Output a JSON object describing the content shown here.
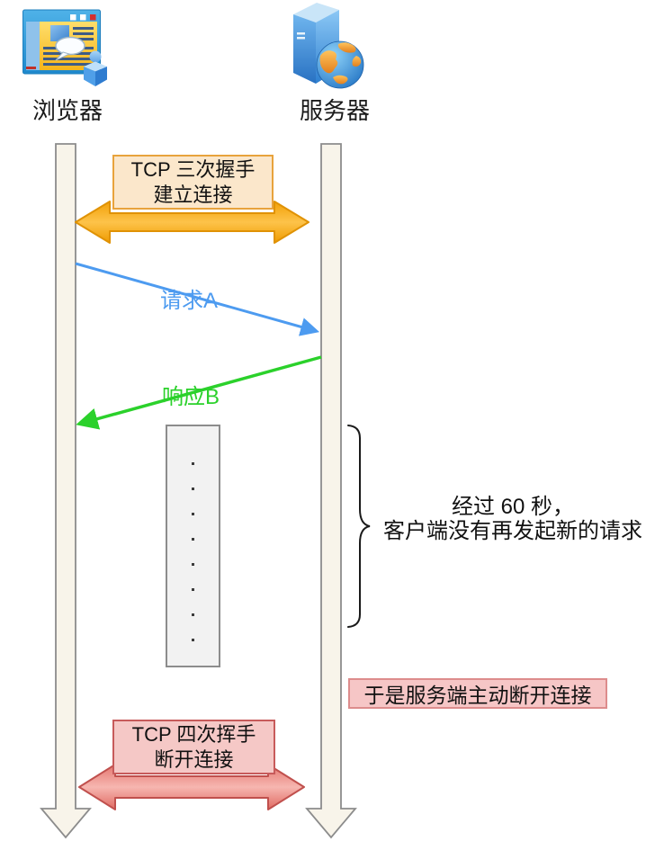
{
  "actors": {
    "browser": {
      "label": "浏览器",
      "icon": "browser-window-icon"
    },
    "server": {
      "label": "服务器",
      "icon": "server-globe-icon"
    }
  },
  "messages": {
    "handshake": {
      "line1": "TCP 三次握手",
      "line2": "建立连接"
    },
    "request": {
      "label": "请求A"
    },
    "response": {
      "label": "响应B"
    },
    "teardown": {
      "line1": "TCP 四次挥手",
      "line2": "断开连接"
    }
  },
  "notes": {
    "idle": {
      "line1": "经过 60 秒，",
      "line2": "客户端没有再发起新的请求"
    },
    "disconnect": {
      "text": "于是服务端主动断开连接"
    }
  },
  "ellipsis": {
    "dot_count": 8
  },
  "colors": {
    "handshake_box_fill": "#FBE7CB",
    "handshake_box_border": "#E8A33C",
    "handshake_arrow": "#F7A600",
    "request_arrow": "#4D9BF0",
    "response_arrow": "#2BD12B",
    "teardown_box_fill": "#F5C8C6",
    "teardown_box_border": "#C75B5B",
    "teardown_arrow": "#E8837D",
    "disconnect_box_fill": "#F6C6C6",
    "disconnect_box_border": "#DD8C8C",
    "lifeline_fill": "#F8F4EA",
    "lifeline_border": "#8C8C8C"
  }
}
